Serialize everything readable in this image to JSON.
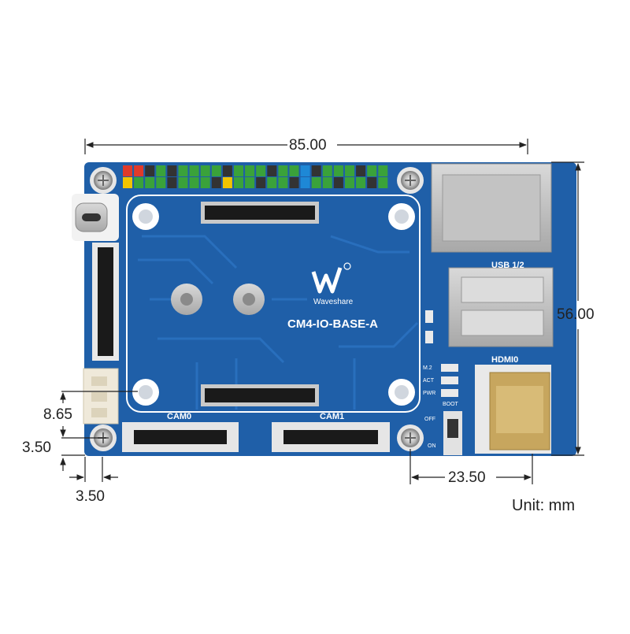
{
  "board": {
    "name": "CM4-IO-BASE-A",
    "brand": "Waveshare",
    "color_pcb": "#1f5fa8",
    "labels": {
      "usb": "USB 1/2",
      "hdmi": "HDMI0",
      "cam0": "CAM0",
      "cam1": "CAM1",
      "m2": "M.2",
      "act": "ACT",
      "pwr": "PWR",
      "boot": "BOOT",
      "off": "OFF",
      "on": "ON"
    }
  },
  "dimensions": {
    "width": "85.00",
    "height": "56.00",
    "hdmi_offset": "23.50",
    "hole_spacing": "8.65",
    "hole_y": "3.50",
    "hole_x": "3.50"
  },
  "unit_label": "Unit: mm"
}
